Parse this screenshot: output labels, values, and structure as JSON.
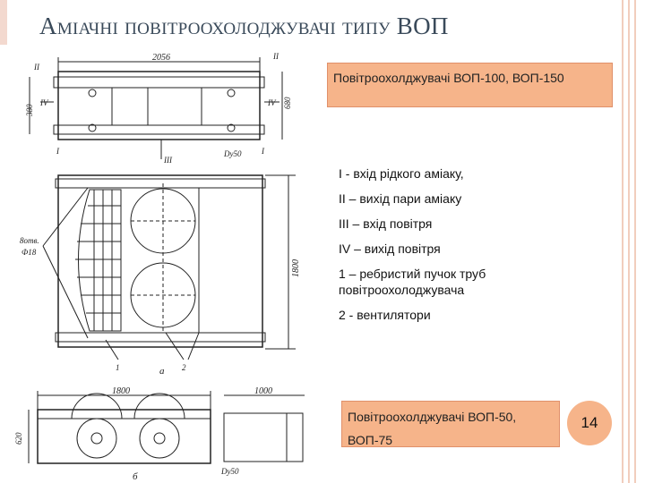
{
  "slide": {
    "title_initial": "А",
    "title_rest": "міачні повітроохолоджувачі типу ",
    "title_suffix": "ВОП",
    "caption_top": "Повітроохолджувачі ВОП-100, ВОП-150",
    "caption_bottom_line1": "Повітроохолджувачі ВОП-50,",
    "caption_bottom_line2": "ВОП-75",
    "legend": [
      "I - вхід рідкого аміаку,",
      "II – вихід пари аміаку",
      "III – вхід повітря",
      "IV – вихід повітря",
      "1 – ребристий пучок труб повітроохолоджувача",
      "2 - вентилятори"
    ],
    "page_number": "14"
  },
  "drawing": {
    "dim_top_width": "2056",
    "dim_top_height_right": "680",
    "dim_top_height_left": "380",
    "label_II_left": "II",
    "label_II_right": "II",
    "label_I_left": "I",
    "label_I_right": "I",
    "label_IV_left": "IV",
    "label_IV_right": "IV",
    "label_III": "III",
    "label_dy_top": "Dy50",
    "label_holes": "8отв.",
    "label_holes_dia": "Ф18",
    "dim_side_height": "1800",
    "label_1": "1",
    "label_2": "2",
    "label_a": "а",
    "dim_bottom_width": "1800",
    "dim_bottom_side": "1000",
    "dim_bottom_height": "620",
    "label_dy_bottom": "Dy50",
    "label_b": "б"
  },
  "colors": {
    "accent_box": "#f6b48a",
    "title_color": "#3a4a5a",
    "decor_lines": "#f1cdbd"
  }
}
